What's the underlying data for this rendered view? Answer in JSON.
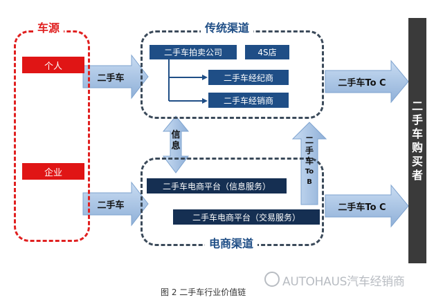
{
  "sections": {
    "source_title": "车源",
    "traditional_title": "传统渠道",
    "ecommerce_title": "电商渠道"
  },
  "sources": {
    "individual": "个人",
    "enterprise": "企业"
  },
  "traditional": {
    "auction": "二手车拍卖公司",
    "dealer_4s": "4S店",
    "broker": "二手车经纪商",
    "distributor": "二手车经销商"
  },
  "ecommerce": {
    "info_platform": "二手车电商平台（信息服务）",
    "trade_platform": "二手车电商平台（交易服务）"
  },
  "arrows": {
    "source_to_traditional": "二手车",
    "source_to_ecommerce": "二手车",
    "traditional_to_buyer": "二手车To C",
    "ecommerce_to_buyer": "二手车To C",
    "info_flow": [
      "信",
      "息"
    ],
    "to_b": [
      "二",
      "手",
      "车",
      "To",
      "B"
    ]
  },
  "buyer": [
    "二",
    "手",
    "车",
    "购",
    "买",
    "者"
  ],
  "caption": "图 2  二手车行业价值链",
  "watermark": "AUTOHAUS汽车经销商",
  "colors": {
    "red": "#e01515",
    "blue": "#1f4e86",
    "navy": "#152f52",
    "arrow": "#a9c4e4",
    "buyer_bar": "#3a3a3a"
  }
}
